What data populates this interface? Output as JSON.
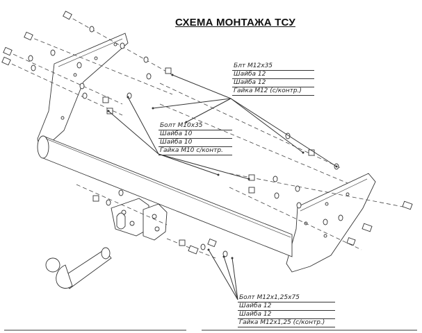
{
  "title": "СХЕМА МОНТАЖА ТСУ",
  "callouts": [
    {
      "items": [
        "Блт М12х35",
        "Шайба 12",
        "Шайба 12",
        "Гайка М12 (с/контр.)"
      ]
    },
    {
      "items": [
        "Болт М10х35",
        "Шайба 10",
        "Шайба 10",
        "Гайка М10 с/контр."
      ]
    },
    {
      "items": [
        "Болт М12х1,25х75",
        "Шайба 12",
        "Шайба 12",
        "Гайка М12х1,25 (с/контр.)"
      ]
    }
  ]
}
